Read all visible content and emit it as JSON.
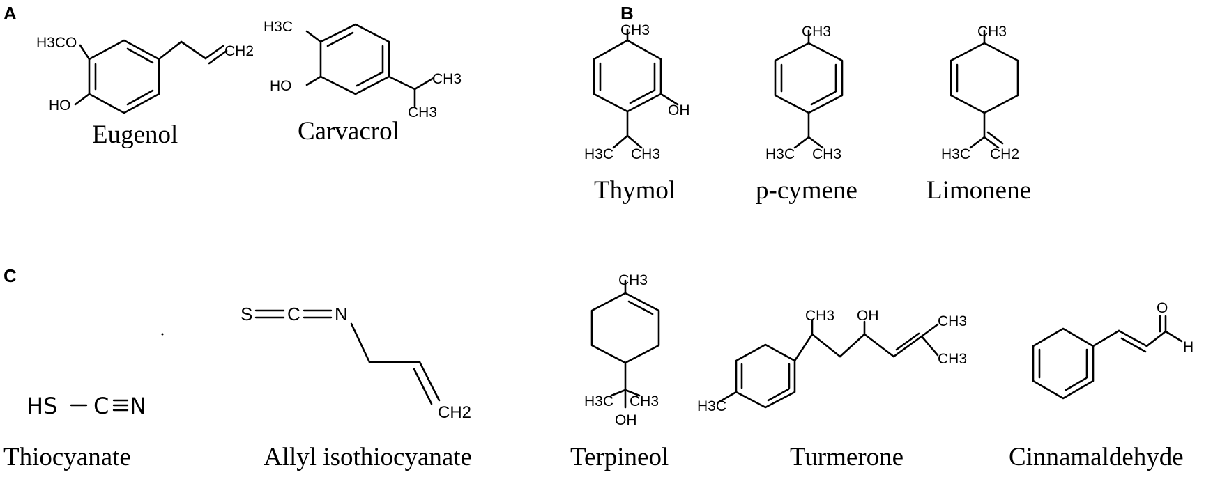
{
  "panels": {
    "a": "A",
    "b": "B",
    "c": "C"
  },
  "molecules": {
    "eugenol": {
      "name": "Eugenol",
      "labels": [
        "H3CO",
        "HO",
        "CH2"
      ]
    },
    "carvacrol": {
      "name": "Carvacrol",
      "labels": [
        "H3C",
        "HO",
        "CH3",
        "CH3"
      ]
    },
    "thymol": {
      "name": "Thymol",
      "labels": [
        "CH3",
        "OH",
        "H3C",
        "CH3"
      ]
    },
    "p_cymene": {
      "name": "p-cymene",
      "labels": [
        "CH3",
        "H3C",
        "CH3"
      ]
    },
    "limonene": {
      "name": "Limonene",
      "labels": [
        "CH3",
        "H3C",
        "CH2"
      ]
    },
    "thiocyanate": {
      "name": "Thiocyanate",
      "labels": [
        "HS",
        "C",
        "N"
      ]
    },
    "allyl_isothiocyanate": {
      "name": "Allyl  isothiocyanate",
      "labels": [
        "S",
        "C",
        "N",
        "CH2"
      ]
    },
    "terpineol": {
      "name": "Terpineol",
      "labels": [
        "CH3",
        "H3C",
        "CH3",
        "OH"
      ]
    },
    "turmerone": {
      "name": "Turmerone",
      "labels": [
        "CH3",
        "OH",
        "CH3",
        "CH3",
        "H3C"
      ]
    },
    "cinnamaldehyde": {
      "name": "Cinnamaldehyde",
      "labels": [
        "O",
        "H"
      ]
    }
  }
}
